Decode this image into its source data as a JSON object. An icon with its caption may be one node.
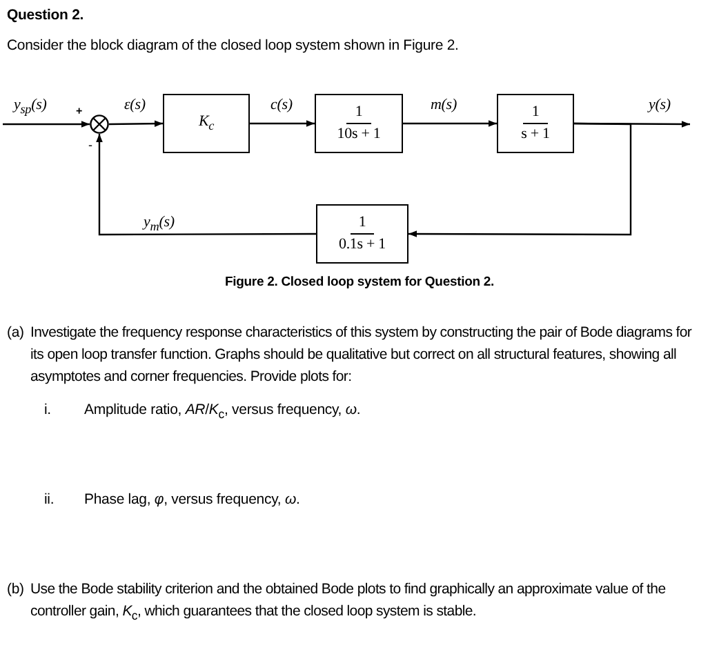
{
  "diagram": {
    "title": "Question 2.",
    "caption": "Figure 2. Closed loop system for Question 2.",
    "nodes": [
      {
        "text": [],
        "shape": "circle"
      },
      {
        "text": [
          "K$_{c}$"
        ]
      },
      {
        "text": [
          "1",
          "10s + 1"
        ]
      },
      {
        "text": [
          "1",
          "s + 1"
        ]
      },
      {
        "text": [
          "1",
          "0.1s + 1"
        ]
      }
    ],
    "edges": [
      {
        "from": null,
        "to": 0,
        "arrow": "to",
        "label": "y$_{sp}$(s)"
      },
      {
        "from": 0,
        "to": 1,
        "arrow": "to",
        "label": "ε(s)"
      },
      {
        "from": 1,
        "to": 2,
        "arrow": "to",
        "label": "c(s)"
      },
      {
        "from": 2,
        "to": 3,
        "arrow": "to",
        "label": "m(s)"
      },
      {
        "from": 3,
        "to": null,
        "arrow": "to",
        "label": "y(s)"
      },
      {
        "from": 3,
        "to": 4,
        "arrow": "to"
      },
      {
        "from": 4,
        "to": 0,
        "arrow": "to",
        "label": "y$_{m}$(s)"
      }
    ],
    "labels": [
      "Consider the block diagram of the closed loop system shown in Figure 2.",
      "+",
      "-",
      "(a)",
      "Investigate the frequency response characteristics of this system by constructing the pair of Bode diagrams for its open loop transfer function. Graphs should be qualitative but correct on all structural features, showing all asymptotes and corner frequencies. Provide plots for:",
      "i.",
      "Amplitude ratio, *AR*/*K*$_{c}$, versus frequency, *ω*.",
      "ii.",
      "Phase lag, *φ*, versus frequency, *ω*.",
      "(b)",
      "Use the Bode stability criterion and the obtained Bode plots to find graphically an approximate value of the controller gain, *K*$_{c}$, which guarantees that the closed loop system is stable."
    ]
  }
}
